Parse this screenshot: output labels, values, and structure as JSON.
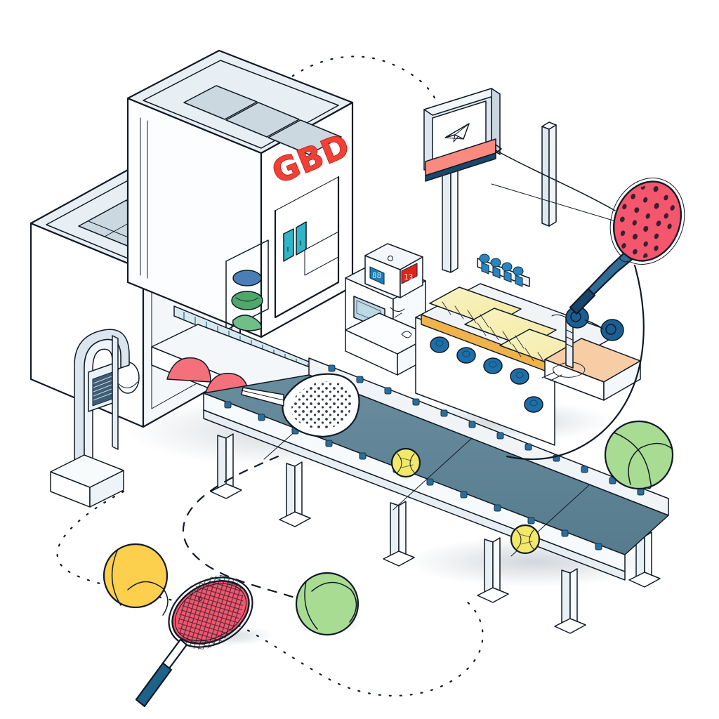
{
  "scene": {
    "title": "GBD Tennis Ball Factory Isometric Illustration",
    "style": "isometric line-art infographic",
    "background_color": "#ffffff",
    "ink_color": "#111a26"
  },
  "building": {
    "sign_text": "GBD",
    "sign_color": "#ef4136",
    "sign_outline_color": "#b51f16",
    "wall_color": "#ffffff",
    "roof_color": "#e5ecf2",
    "skylight_color": "#ccd8e0",
    "blocks": [
      {
        "name": "tall-tower",
        "roof_panels": 3
      },
      {
        "name": "low-annex",
        "roof_panels": 4
      }
    ],
    "door_panel_color": "#2fb6c9"
  },
  "display_board": {
    "name": "status-display-board",
    "frame_color": "#dce6ee",
    "screen_color": "#ffffff",
    "banner_color": "#f98a80",
    "icon": "paper-plane-icon",
    "post_color": "#e4ebf1"
  },
  "scanner_kiosk": {
    "name": "scanner-arch",
    "panel_icon": "grid-screen-icon",
    "panel_color": "#3f5d73",
    "base_color": "#eef3f7"
  },
  "control_panel": {
    "name": "machine-control-panel",
    "readouts": [
      {
        "name": "blue-readout",
        "color": "#1a7fb5",
        "value": "88"
      },
      {
        "name": "red-readout",
        "color": "#e2231a",
        "value": "13"
      }
    ],
    "screen_color": "#bcd9e5"
  },
  "main_conveyor": {
    "name": "main-conveyor-belt",
    "belt_color": "#5f8496",
    "belt_color_dark": "#527586",
    "rail_color": "#f0f4f7",
    "divider_line_color": "#ffffff",
    "bolt_color": "#2b6e9c",
    "leg_count": 6,
    "items_on_belt": [
      {
        "name": "racket-head-mesh",
        "type": "strung-racket-head",
        "color": "#ffffff"
      },
      {
        "name": "tennis-ball-belt-1",
        "type": "tennis-ball",
        "color": "#f2e86a"
      },
      {
        "name": "tennis-ball-belt-2",
        "type": "tennis-ball",
        "color": "#f2e86a"
      }
    ]
  },
  "upper_conveyor": {
    "name": "upper-tray-conveyor",
    "deck_color": "#f0f4f7",
    "edge_color": "#f0b24a",
    "roller_color": "#1c6fa8",
    "trays": [
      {
        "name": "tray-1",
        "color": "#f4f2bd"
      },
      {
        "name": "tray-2",
        "color": "#f6f0a8"
      },
      {
        "name": "tray-3",
        "color": "#f7eda0"
      }
    ]
  },
  "stringing_station": {
    "name": "stringing-station",
    "table_color": "#f7cda6",
    "spools": [
      {
        "name": "string-spool-left",
        "color": "#1a5f94"
      },
      {
        "name": "string-spool-right",
        "color": "#1a5f94"
      }
    ],
    "clamp_color": "#e8eef3"
  },
  "small_conveyor": {
    "name": "press-conveyor",
    "domes": [
      {
        "name": "felt-dome-1",
        "color": "#f4707b"
      },
      {
        "name": "felt-dome-2",
        "color": "#f4707b"
      },
      {
        "name": "felt-dome-3",
        "color": "#f4707b"
      }
    ],
    "rail_color": "#3a7d96"
  },
  "rubber_core_rack": {
    "name": "rubber-core-rack",
    "cores": [
      {
        "name": "core-blue",
        "color": "#4a7fb5"
      },
      {
        "name": "core-green",
        "color": "#4fa86a"
      },
      {
        "name": "core-green-half",
        "color": "#6fbf86"
      }
    ]
  },
  "bollard": {
    "name": "floor-bollard",
    "color": "#dae5ed"
  },
  "products": [
    {
      "name": "tennis-racket-upper-right",
      "type": "tennis-racket",
      "string_color": "#f4566d",
      "frame_color": "#2f6d96",
      "handle_color": "#16466b"
    },
    {
      "name": "tennis-racket-lower-left",
      "type": "tennis-racket",
      "string_color": "#f4566d",
      "frame_color": "#ffffff",
      "handle_color": "#1d6289"
    },
    {
      "name": "tennis-ball-green-right",
      "type": "tennis-ball",
      "color": "#a9dc93"
    },
    {
      "name": "tennis-ball-green-bottom",
      "type": "tennis-ball",
      "color": "#a9dc93"
    },
    {
      "name": "tennis-ball-yellow-bottom",
      "type": "tennis-ball",
      "color": "#fccf4d"
    }
  ],
  "paths": [
    {
      "name": "path-dotted-black",
      "style": "dotted",
      "color": "#111a26",
      "label": "data link from plant to display"
    },
    {
      "name": "path-dashed-red",
      "style": "dashed",
      "color": "#e2231a",
      "label": "product routing path"
    },
    {
      "name": "path-solid-pink",
      "style": "solid",
      "color": "#e07886",
      "label": "racket return curve"
    }
  ]
}
